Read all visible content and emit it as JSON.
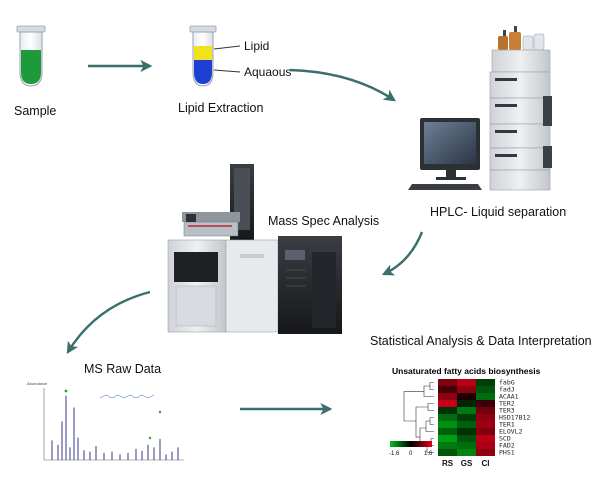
{
  "steps": {
    "sample": "Sample",
    "lipid_extraction": "Lipid Extraction",
    "lipid_phase": "Lipid",
    "aqueous_phase": "Aquaous",
    "hplc": "HPLC- Liquid separation",
    "mass_spec": "Mass Spec Analysis",
    "ms_raw": "MS Raw Data",
    "stats": "Statistical Analysis & Data Interpretation"
  },
  "heatmap": {
    "title": "Unsaturated fatty acids biosynthesis",
    "columns": [
      "RS",
      "GS",
      "CI"
    ],
    "genes": [
      "fabG",
      "fadJ",
      "ACAA1",
      "TER2",
      "TER3",
      "HSD17B12",
      "TER1",
      "ELOVL2",
      "SCD",
      "FAD2",
      "PHS1"
    ],
    "scale_min": "-1.6",
    "scale_mid": "0",
    "scale_max": "1.6",
    "values": [
      [
        0.9,
        1.3,
        -0.5
      ],
      [
        0.5,
        1.0,
        -0.7
      ],
      [
        1.0,
        0.2,
        -0.9
      ],
      [
        1.4,
        -0.3,
        0.4
      ],
      [
        -0.4,
        -1.0,
        0.8
      ],
      [
        -0.9,
        -0.5,
        1.0
      ],
      [
        -1.2,
        -0.8,
        1.1
      ],
      [
        -0.8,
        -0.4,
        0.9
      ],
      [
        -1.3,
        -0.7,
        1.3
      ],
      [
        -1.0,
        -0.9,
        1.2
      ],
      [
        -0.7,
        -1.1,
        1.0
      ]
    ]
  },
  "colors": {
    "arrow": "#3a6f6c",
    "sample_liquid": "#1e9a3a",
    "lipid_layer": "#f2e21b",
    "aqueous_layer": "#1e3fd6",
    "ms_peaks": "#22227a"
  }
}
